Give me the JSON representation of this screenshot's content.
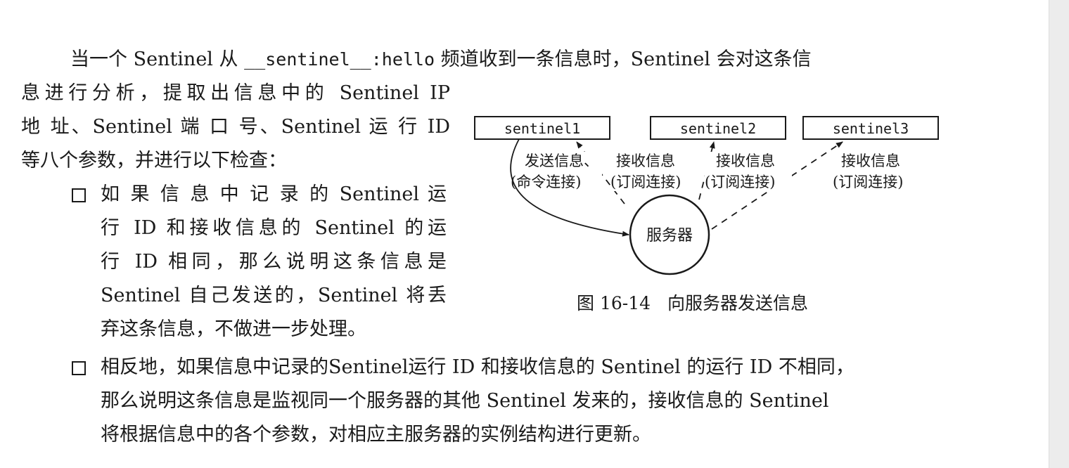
{
  "paragraph": {
    "line1_prefix": "当一个 Sentinel 从 ",
    "channel": "__sentinel__:hello",
    "line1_suffix": " 频道收到一条信息时，Sentinel 会对这条信",
    "line2": "息进行分析，提取出信息中的 Sentinel IP",
    "line3": "地 址、Sentinel 端 口 号、Sentinel 运 行 ID",
    "line4": "等八个参数，并进行以下检查："
  },
  "bullet1": {
    "line1": "如 果 信 息 中 记 录 的 Sentinel 运",
    "line2": "行 ID 和接收信息的 Sentinel 的运",
    "line3": "行 ID 相同，那么说明这条信息是",
    "line4": "Sentinel 自己发送的，Sentinel 将丢",
    "line5": "弃这条信息，不做进一步处理。"
  },
  "bullet2": {
    "line1": "相反地，如果信息中记录的Sentinel运行 ID 和接收信息的 Sentinel 的运行 ID 不相同，",
    "line2": "那么说明这条信息是监视同一个服务器的其他 Sentinel 发来的，接收信息的 Sentinel",
    "line3": "将根据信息中的各个参数，对相应主服务器的实例结构进行更新。"
  },
  "figure": {
    "nodes": [
      "sentinel1",
      "sentinel2",
      "sentinel3"
    ],
    "server": "服务器",
    "edges": [
      {
        "line1": "发送信息、",
        "line2": "(命令连接)"
      },
      {
        "line1": "接收信息",
        "line2": "(订阅连接)"
      },
      {
        "line1": "接收信息",
        "line2": "(订阅连接)"
      },
      {
        "line1": "接收信息",
        "line2": "(订阅连接)"
      }
    ],
    "caption_number": "图 16-14",
    "caption_text": "向服务器发送信息"
  }
}
